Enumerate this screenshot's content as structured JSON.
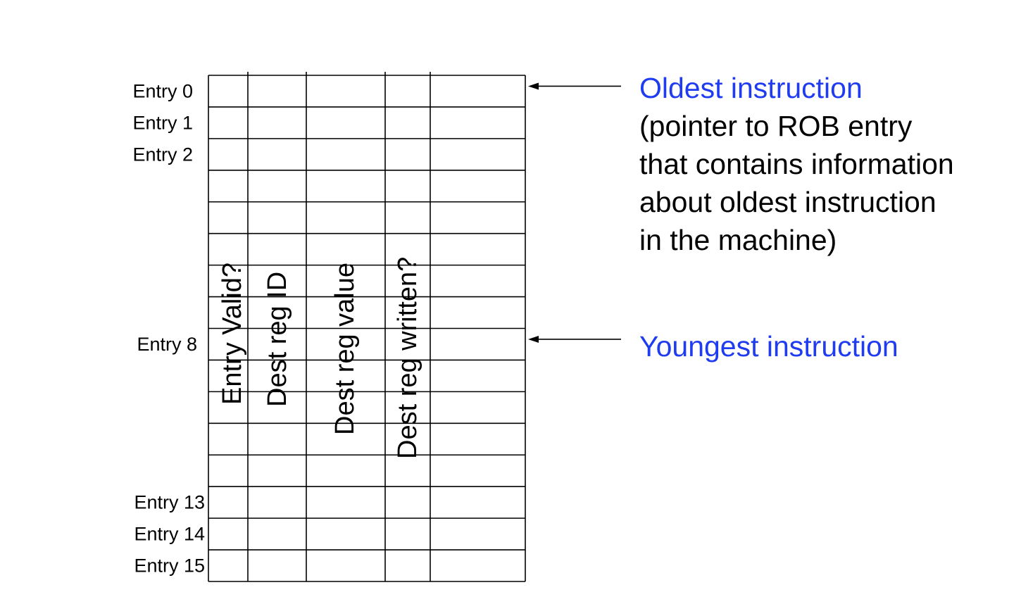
{
  "rob": {
    "entry_labels": [
      {
        "row": 0,
        "text": "Entry 0"
      },
      {
        "row": 1,
        "text": "Entry 1"
      },
      {
        "row": 2,
        "text": "Entry 2"
      },
      {
        "row": 8,
        "text": "Entry 8"
      },
      {
        "row": 13,
        "text": "Entry 13"
      },
      {
        "row": 14,
        "text": "Entry 14"
      },
      {
        "row": 15,
        "text": "Entry 15"
      }
    ],
    "columns": [
      "Entry Valid?",
      "Dest reg ID",
      "Dest reg value",
      "Dest reg written?"
    ],
    "row_count": 16
  },
  "pointers": {
    "oldest": {
      "row": 0,
      "title": "Oldest instruction",
      "lines": [
        "(pointer to ROB entry",
        "that contains information",
        "about oldest instruction",
        "in the machine)"
      ]
    },
    "youngest": {
      "row": 8,
      "title": "Youngest instruction",
      "lines": []
    }
  },
  "colors": {
    "pointer_title": "#1f3cf0",
    "lines": "#000000",
    "text": "#000000"
  }
}
